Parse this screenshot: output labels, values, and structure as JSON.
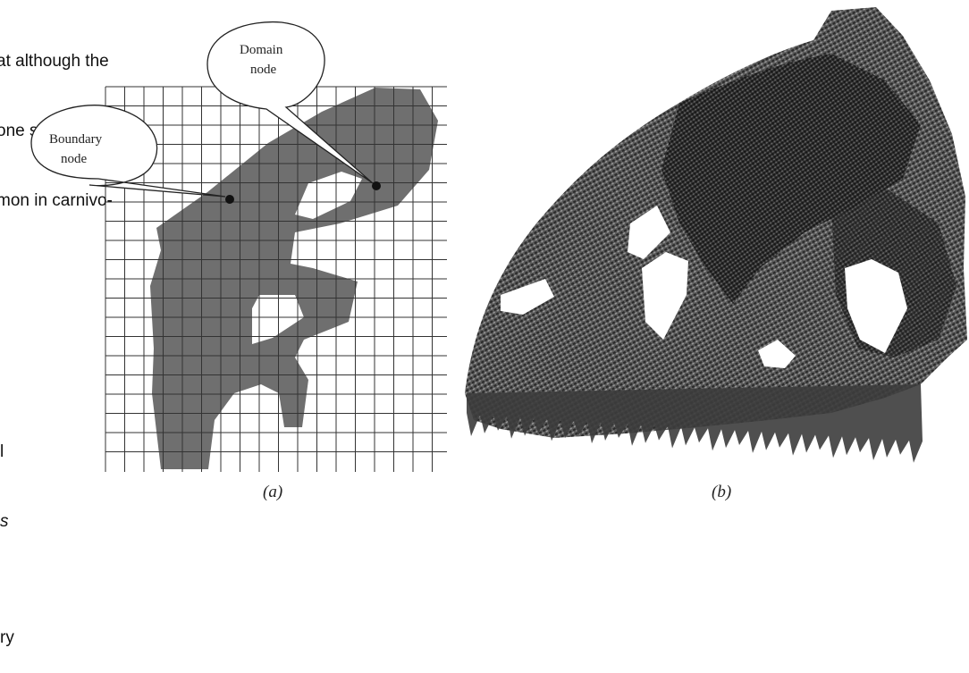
{
  "body_text": {
    "top_lines": [
      "at although the",
      "one structures",
      "mon in carnivo-"
    ],
    "bottom_lines": [
      "l",
      "s",
      "",
      "ry"
    ]
  },
  "figure_a": {
    "callouts": {
      "boundary": [
        "Boundary",
        "node"
      ],
      "domain": [
        "Domain",
        "node"
      ]
    },
    "caption": "(a)",
    "grid_color": "#333333",
    "bone_color": "#6f6f6f"
  },
  "figure_b": {
    "caption": "(b)",
    "skull_color": "#3c3c3c"
  }
}
